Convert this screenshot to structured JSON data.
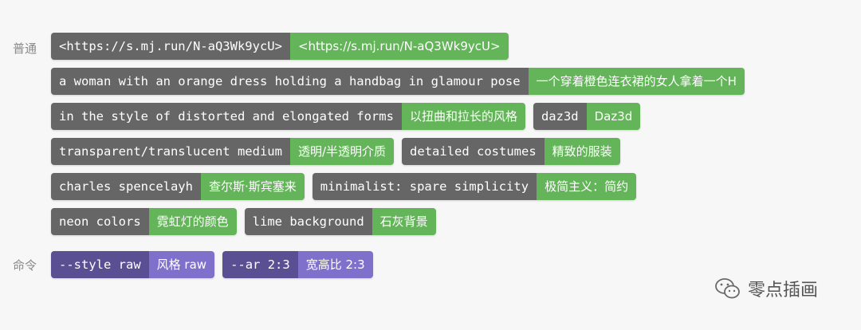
{
  "sections": {
    "normal": {
      "label": "普通",
      "rows": [
        [
          {
            "en": "<https://s.mj.run/N-aQ3Wk9ycU>",
            "zh": "<https://s.mj.run/N-aQ3Wk9ycU>"
          }
        ],
        [
          {
            "en": "a woman with an orange dress holding a handbag in glamour pose",
            "zh": "一个穿着橙色连衣裙的女人拿着一个H"
          }
        ],
        [
          {
            "en": "in the style of distorted and elongated forms",
            "zh": "以扭曲和拉长的风格"
          },
          {
            "en": "daz3d",
            "zh": "Daz3d"
          }
        ],
        [
          {
            "en": "transparent/translucent medium",
            "zh": "透明/半透明介质"
          },
          {
            "en": "detailed costumes",
            "zh": "精致的服装"
          }
        ],
        [
          {
            "en": "charles spencelayh",
            "zh": "查尔斯·斯宾塞来"
          },
          {
            "en": "minimalist: spare simplicity",
            "zh": "极简主义：简约"
          }
        ],
        [
          {
            "en": "neon colors",
            "zh": "霓虹灯的颜色"
          },
          {
            "en": "lime background",
            "zh": "石灰背景"
          }
        ]
      ]
    },
    "command": {
      "label": "命令",
      "rows": [
        [
          {
            "en": "--style raw",
            "zh": "风格 raw"
          },
          {
            "en": "--ar 2:3",
            "zh": "宽高比 2:3"
          }
        ]
      ]
    }
  },
  "watermark": {
    "text": "零点插画",
    "icon": "wechat-icon"
  },
  "colors": {
    "en_bg": "#666666",
    "zh_bg": "#64b45a",
    "cmd_en_bg": "#5b4f93",
    "cmd_zh_bg": "#7f70cc"
  }
}
